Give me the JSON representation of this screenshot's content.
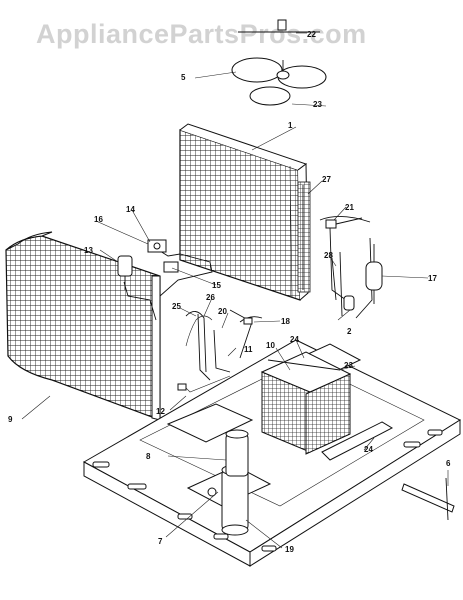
{
  "watermark": "AppliancePartsPros.com",
  "callouts": [
    {
      "id": "c1",
      "text": "1"
    },
    {
      "id": "c2",
      "text": "2"
    },
    {
      "id": "c5",
      "text": "5"
    },
    {
      "id": "c6",
      "text": "6"
    },
    {
      "id": "c7",
      "text": "7"
    },
    {
      "id": "c8",
      "text": "8"
    },
    {
      "id": "c9",
      "text": "9"
    },
    {
      "id": "c10",
      "text": "10"
    },
    {
      "id": "c11",
      "text": "11"
    },
    {
      "id": "c12",
      "text": "12"
    },
    {
      "id": "c13",
      "text": "13"
    },
    {
      "id": "c14",
      "text": "14"
    },
    {
      "id": "c15",
      "text": "15"
    },
    {
      "id": "c16",
      "text": "16"
    },
    {
      "id": "c17",
      "text": "17"
    },
    {
      "id": "c18",
      "text": "18"
    },
    {
      "id": "c19",
      "text": "19"
    },
    {
      "id": "c20",
      "text": "20"
    },
    {
      "id": "c21",
      "text": "21"
    },
    {
      "id": "c22",
      "text": "22"
    },
    {
      "id": "c23a",
      "text": "23"
    },
    {
      "id": "c23b",
      "text": "23"
    },
    {
      "id": "c24a",
      "text": "24"
    },
    {
      "id": "c24b",
      "text": "24"
    },
    {
      "id": "c25",
      "text": "25"
    },
    {
      "id": "c26",
      "text": "26"
    },
    {
      "id": "c27",
      "text": "27"
    },
    {
      "id": "c28",
      "text": "28"
    }
  ]
}
